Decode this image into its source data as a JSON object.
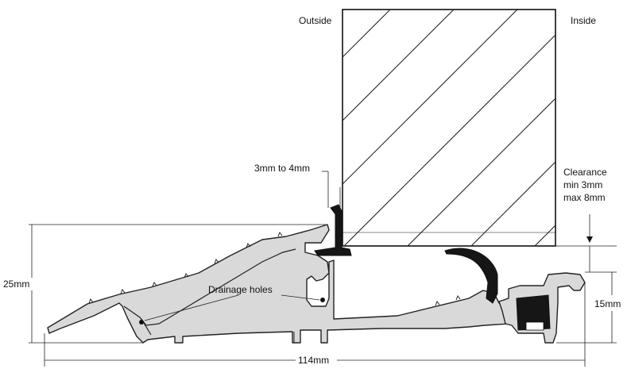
{
  "labels": {
    "outside": "Outside",
    "inside": "Inside",
    "gap": "3mm to 4mm",
    "clearance_line1": "Clearance",
    "clearance_line2": "min 3mm",
    "clearance_line3": "max 8mm",
    "drainage": "Drainage holes",
    "height_total": "25mm",
    "height_right": "15mm",
    "width_total": "114mm"
  },
  "colors": {
    "profile_fill": "#d9d9d9",
    "seal": "#161616",
    "line": "#222222"
  }
}
